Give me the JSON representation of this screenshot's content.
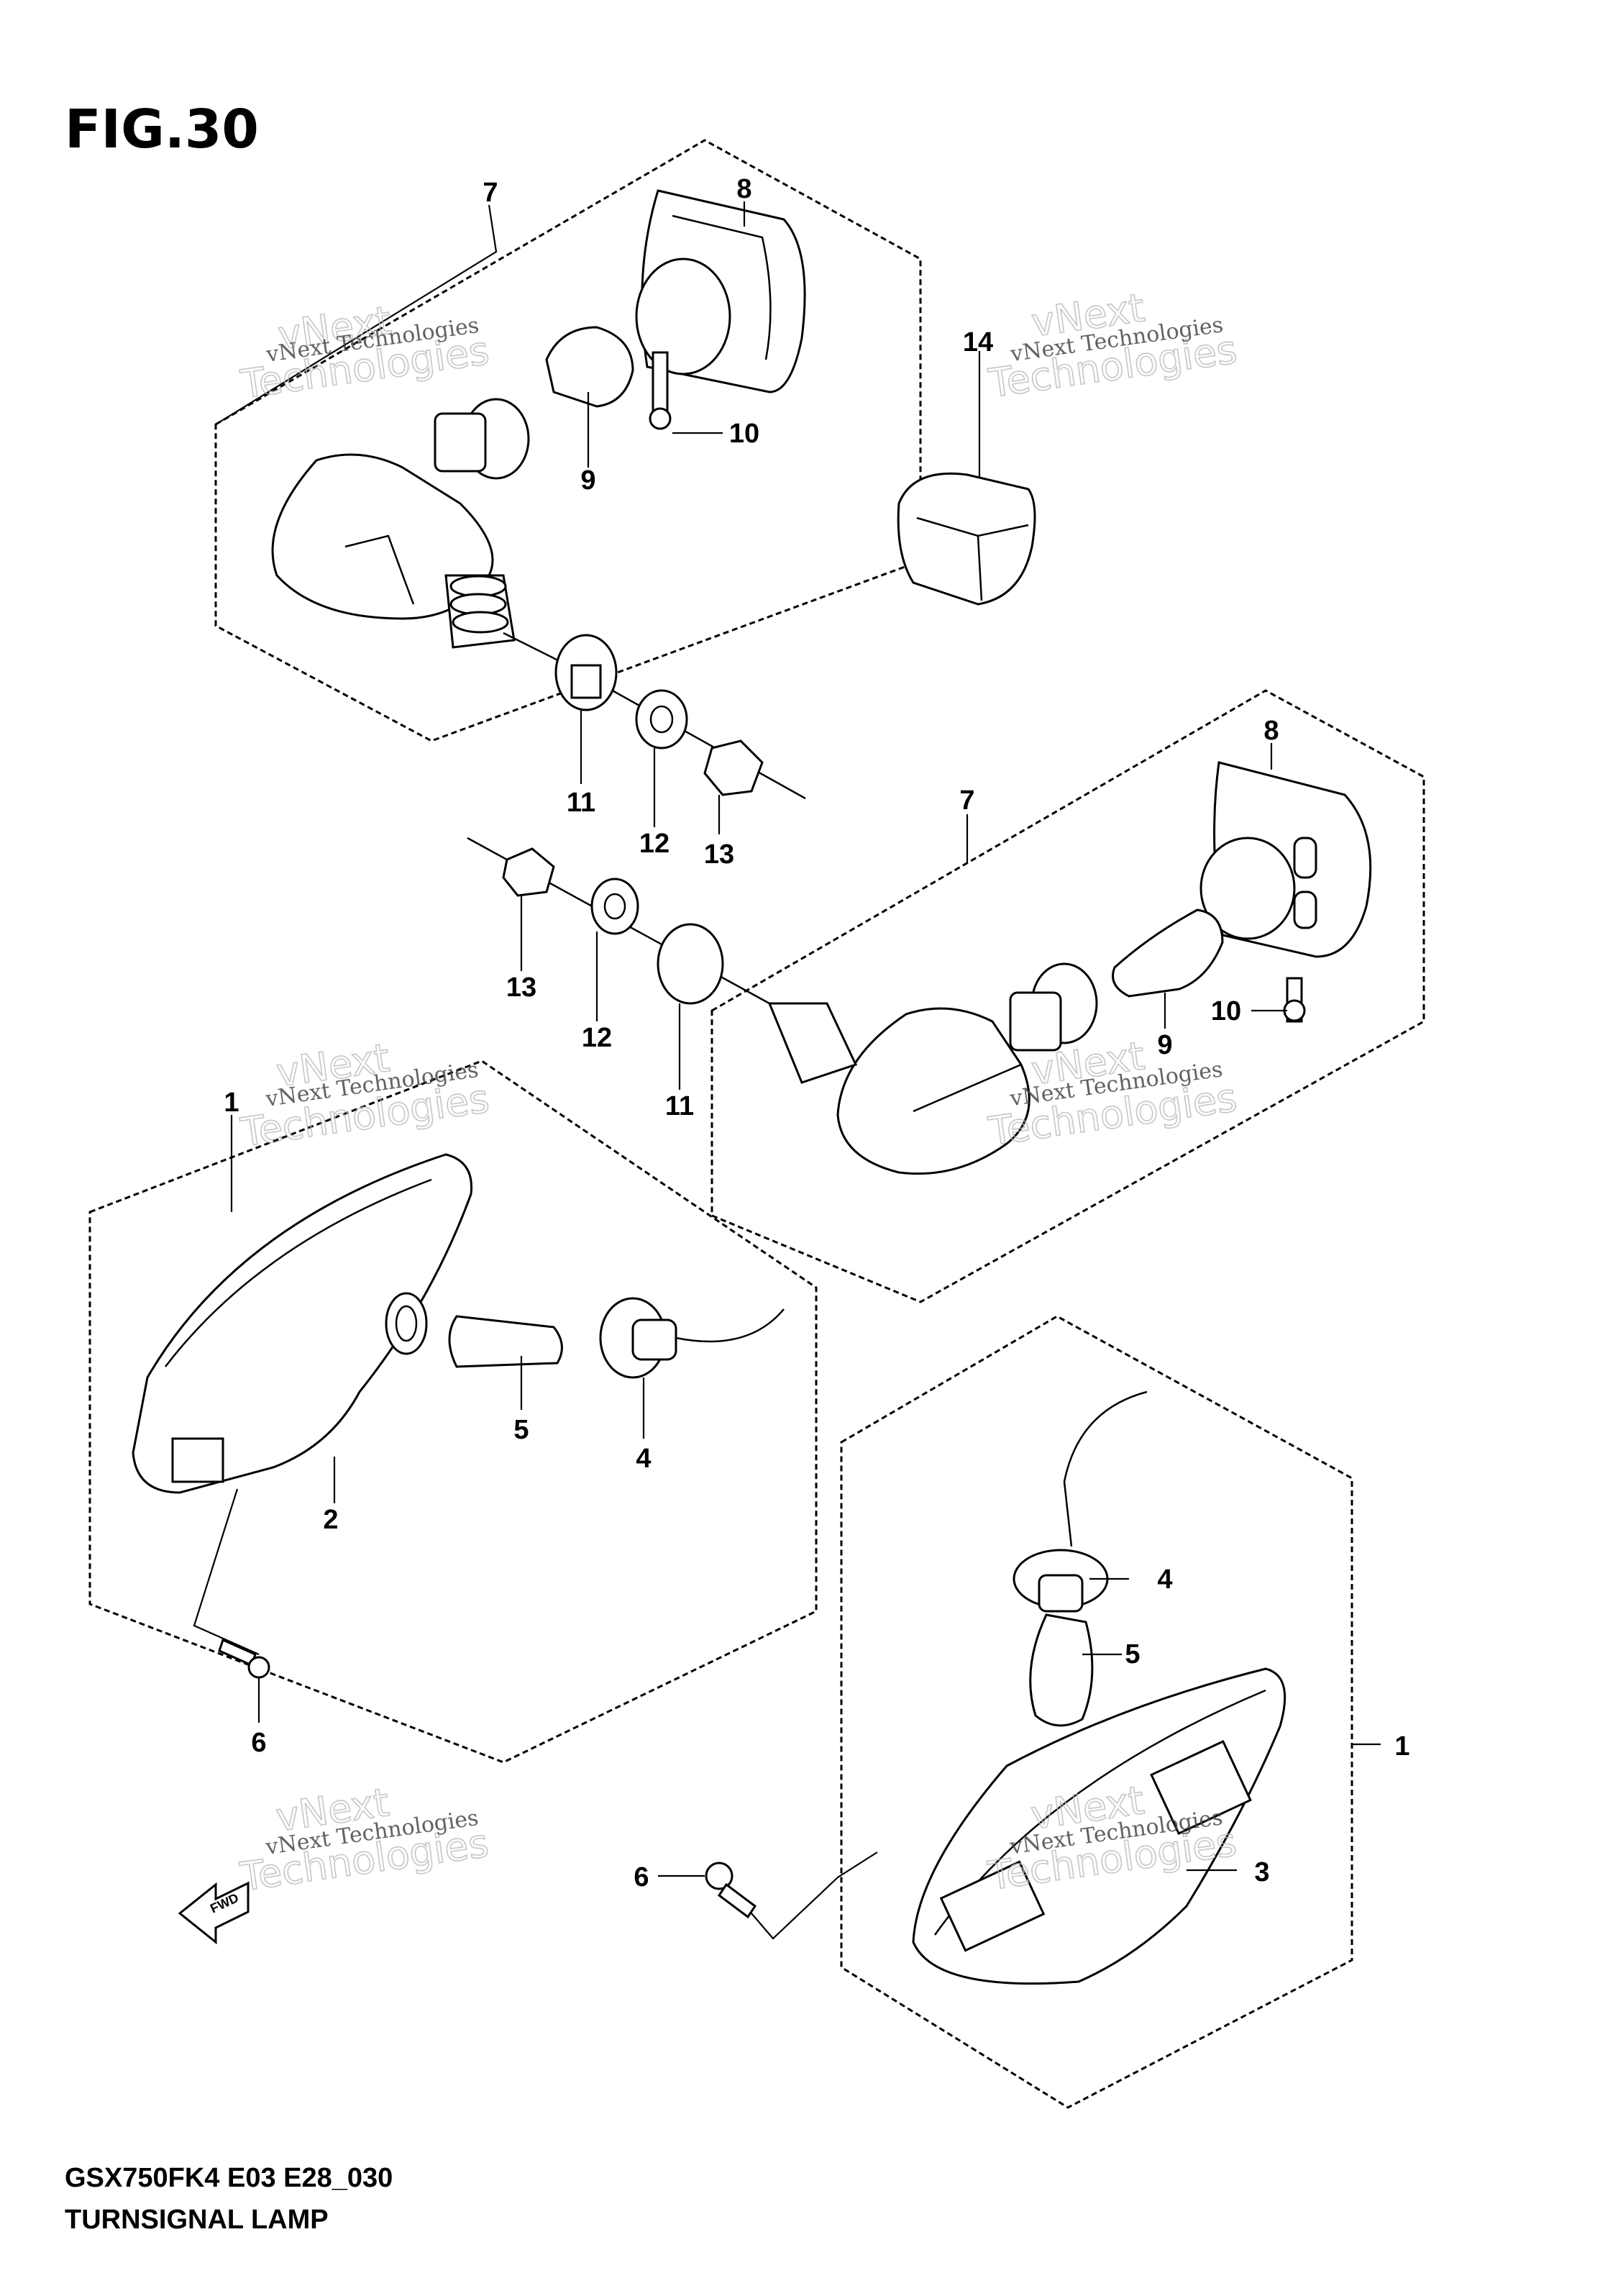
{
  "figure": {
    "title": "FIG.30"
  },
  "footer": {
    "code": "GSX750FK4 E03 E28_030",
    "name": "TURNSIGNAL LAMP"
  },
  "watermark": {
    "line1": "vNext Technologies",
    "line2": "vNext",
    "line3": "Technologies"
  },
  "arrow": {
    "label": "FWD"
  },
  "callouts": {
    "a7": "7",
    "a8": "8",
    "a9": "9",
    "a10": "10",
    "a14": "14",
    "a11": "11",
    "a12": "12",
    "a13": "13",
    "b7": "7",
    "b8": "8",
    "b9": "9",
    "b10": "10",
    "b11": "11",
    "b12": "12",
    "b13": "13",
    "c1": "1",
    "c2": "2",
    "c4": "4",
    "c5": "5",
    "c6": "6",
    "d1": "1",
    "d3": "3",
    "d4": "4",
    "d5": "5",
    "d6": "6"
  }
}
